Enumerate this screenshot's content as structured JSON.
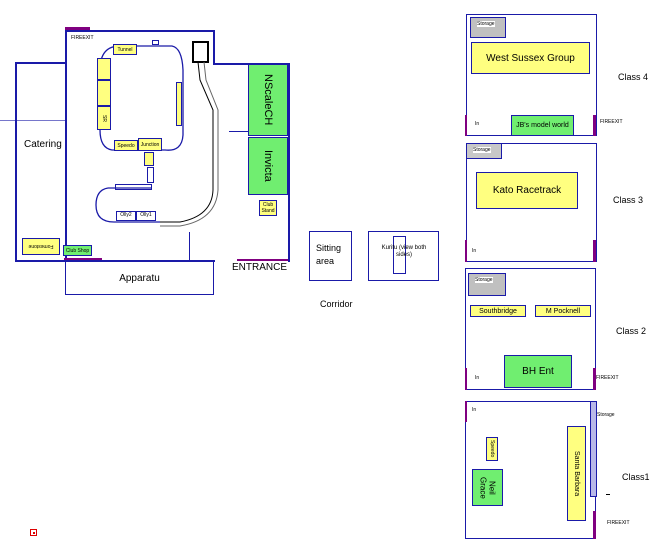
{
  "main_hall": {
    "fire_exit": "FIREEXIT",
    "catering": "Catering",
    "apparatu": "Apparatu",
    "entrance": "ENTRANCE",
    "club_shop": "Club Shop",
    "club_stand": "Club Stand",
    "fomestone": "Fomestone",
    "nscale": "NScaleCH",
    "invicta": "Invicta",
    "layout_modules": [
      "Tunnel",
      "Speedo",
      "Junction",
      "Olly2",
      "Olly1",
      "SR"
    ]
  },
  "middle": {
    "sitting_area": "Sitting area",
    "kuritu": "Kuritu (view both sides)",
    "corridor": "Corridor"
  },
  "class4": {
    "label": "Class 4",
    "storage": "Storage",
    "west_sussex": "West Sussex Group",
    "jbs": "JB's model world",
    "in": "In",
    "fire_exit": "FIREEXIT"
  },
  "class3": {
    "label": "Class 3",
    "storage": "Storage",
    "kato": "Kato Racetrack",
    "in": "In"
  },
  "class2": {
    "label": "Class 2",
    "storage": "Storage",
    "southbridge": "Southbridge",
    "pocknell": "M Pocknell",
    "bh_ent": "BH Ent",
    "in": "In",
    "fire_exit": "FIREEXIT"
  },
  "class1": {
    "label": "Class1",
    "storage": "Storage",
    "santa_barbara": "Santa Barbara",
    "speedo": "Speedo",
    "neil_grace": "Neil Grace",
    "in": "In",
    "fire_exit": "FIREEXIT"
  }
}
